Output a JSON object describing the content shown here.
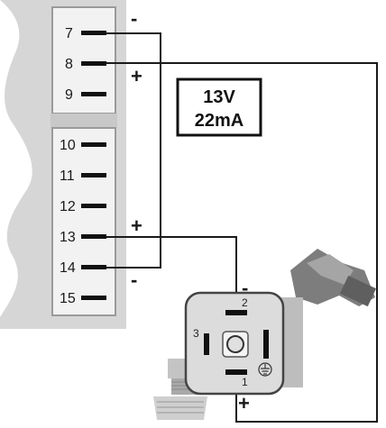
{
  "terminal_block": {
    "terminals": [
      "7",
      "8",
      "9",
      "10",
      "11",
      "12",
      "13",
      "14",
      "15"
    ]
  },
  "signs": {
    "t7": "-",
    "t8": "+",
    "t13": "+",
    "t14": "-",
    "connector_top": "-",
    "connector_bottom": "+"
  },
  "info_box": {
    "voltage": "13V",
    "current": "22mA"
  },
  "connector": {
    "pin1": "1",
    "pin2": "2",
    "pin3": "3"
  },
  "colors": {
    "wire": "#1a1a1a",
    "panel": "#d7d7d7",
    "panel_face": "#ececec",
    "connector_body": "#dcdcdc"
  }
}
